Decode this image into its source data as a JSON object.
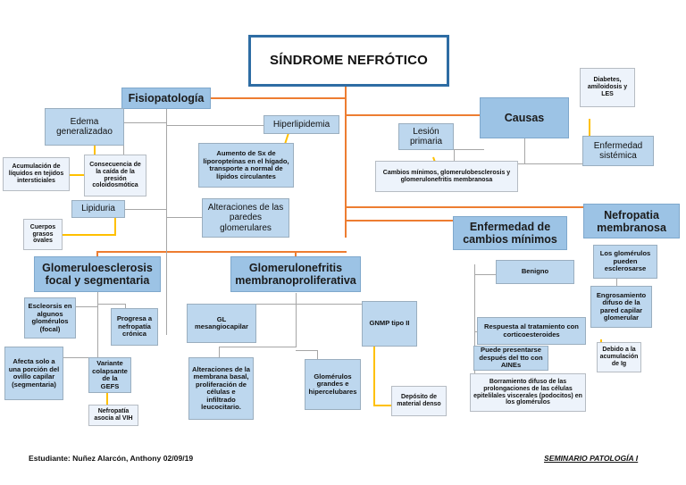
{
  "document": {
    "title": "SÍNDROME NEFRÓTICO",
    "footer_left": "Estudiante: Nuñez Alarcón, Anthony 02/09/19",
    "footer_right": "SEMINARIO PATOLOGÍA I"
  },
  "colors": {
    "title_border": "#2E6DA4",
    "header_fill": "#9CC3E5",
    "level2_fill": "#BDD7EE",
    "level3_fill": "#EDF3FB",
    "connector_gray": "#A6A6A6",
    "connector_orange": "#ED7D31",
    "connector_yellow": "#FFC000"
  },
  "nodes": {
    "fisiopatologia": "Fisiopatología",
    "causas": "Causas",
    "edema_generalizado": "Edema generalizadao",
    "acumulacion_liquidos": "Acumulación de líquidos en tejidos intersticiales",
    "consecuencia_caida": "Consecuencia de la caída de la presión coloidosmótica",
    "lipiduria": "Lipiduria",
    "cuerpos_grasos": "Cuerpos grasos ovales",
    "hiperlipidemia": "Hiperlipidemia",
    "aumento_sx": "Aumento de Sx de liporopteínas en el hígado, transporte a normal de lípidos circulantes",
    "alteraciones_paredes": "Alteraciones de las paredes glomerulares",
    "lesion_primaria": "Lesión primaria",
    "cambios_minimos_glom": "Cambios mínimos, glomerulobesclerosis y glomerulonefritis membranosa",
    "diabetes_amiloidosis": "Diabetes, amiloidosis y LES",
    "enfermedad_sistemica": "Enfermedad sistémica",
    "glomeruloesclerosis": "Glomeruloesclerosis focal  y segmentaria",
    "escleorsis_algunos": "Escleorsis en algunos glomérulos (focal)",
    "afecta_solo": "Afecta solo a una porción del ovillo capilar (segmentaria)",
    "progresa_nefropatia": "Progresa a nefropatía crónica",
    "variante_colapsante": "Variante colapsante de la GEFS",
    "nefropatia_vih": "Nefropatía asocia al VIH",
    "glomerulonefritis_mp": "Glomerulonefritis membranoproliferativa",
    "gl_mesangiocapilar": "GL mesangiocapilar",
    "alteraciones_membrana": "Alteraciones de la membrana basal, proliferación de células e infiltrado leucocitario.",
    "glomerulos_grandes": "Glomérulos grandes e hipercelubares",
    "gnmp_tipo2": "GNMP tipo II",
    "deposito_material": "Depósito de material denso",
    "enfermedad_cambios_minimos": "Enfermedad de cambios mínimos",
    "benigno": "Benigno",
    "respuesta_corticoesteroides": "Respuesta al tratamiento con corticoesteroides",
    "puede_presentarse_aines": "Puede presentarse después del tto con AINEs",
    "borramiento_difuso": "Borramiento difuso de las prolongaciones de las células epitelilales viscerales (podocitos) en los glomérulos",
    "nefropatia_membranosa": "Nefropatia membranosa",
    "glomerulos_esclerosarse": "Los glomérulos pueden esclerosarse",
    "engrosamiento_difuso": "Engrosamiento difuso de la pared capilar glomerular",
    "debido_acumulacion_ig": "Debido a la acumulación de Ig"
  }
}
